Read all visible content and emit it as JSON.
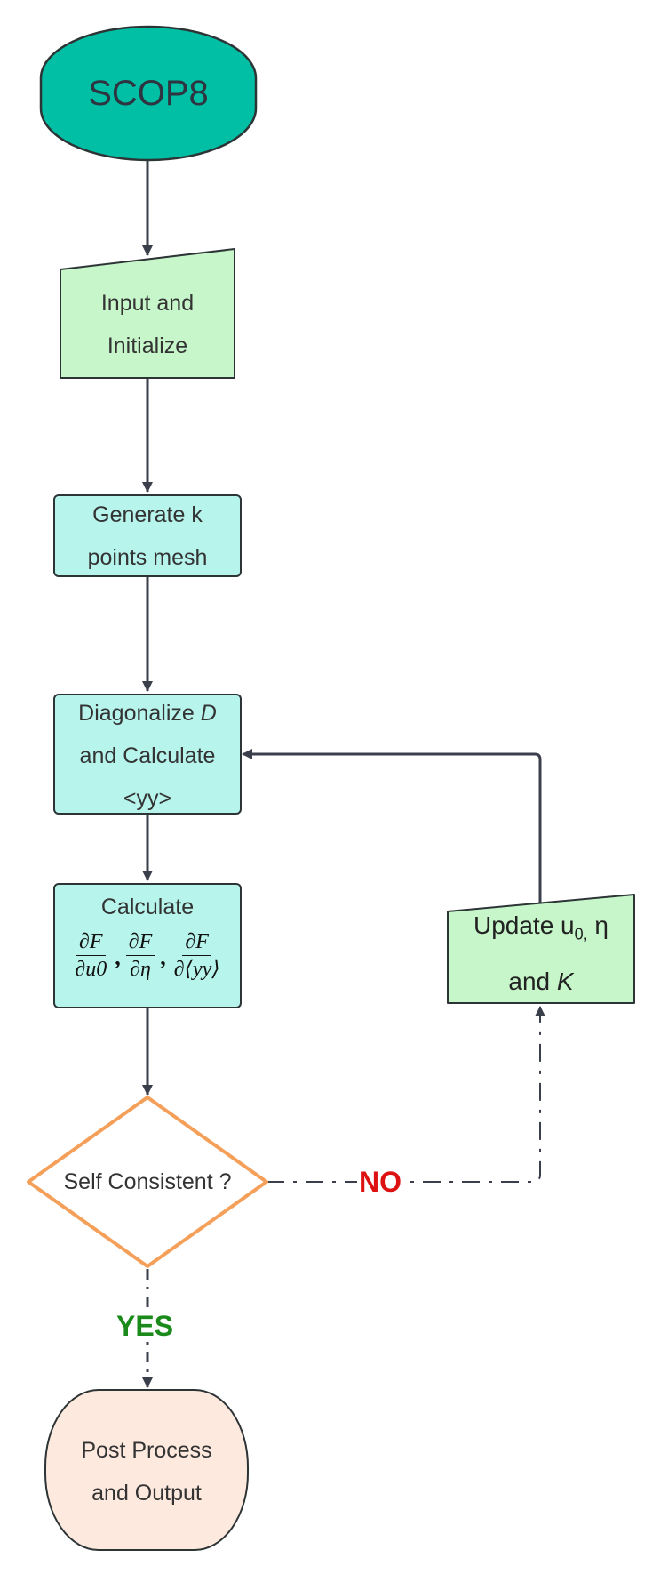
{
  "nodes": {
    "start": {
      "label": "SCOP8",
      "fill": "#00bfa5"
    },
    "input": {
      "line1": "Input and",
      "line2": "Initialize",
      "fill": "#c6f6c9"
    },
    "kmesh": {
      "line1": "Generate k",
      "line2": "points mesh",
      "fill": "#b6f4ec"
    },
    "diag": {
      "line1_pre": "Diagonalize",
      "line1_var": "D",
      "line2": "and Calculate",
      "line3": "<yy>",
      "fill": "#b6f4ec"
    },
    "calc": {
      "title": "Calculate",
      "fill": "#b6f4ec",
      "terms": [
        {
          "num": "∂F",
          "den": "∂u0"
        },
        {
          "num": "∂F",
          "den": "∂η"
        },
        {
          "num": "∂F",
          "den": "∂⟨yy⟩"
        }
      ],
      "comma": ","
    },
    "update": {
      "prefix": "Update u",
      "sub": "0,",
      "eta": " η",
      "line2_pre": "and",
      "line2_var": "K",
      "fill": "#c6f6c9"
    },
    "check": {
      "label": "Self Consistent ?",
      "stroke": "#f5a05a"
    },
    "end": {
      "line1": "Post Process",
      "line2": "and Output",
      "fill": "#fde9de"
    }
  },
  "edges": {
    "no_label": "NO",
    "yes_label": "YES",
    "no_color": "#dd1111",
    "yes_color": "#1a8a1a",
    "line_color": "#3a3f4b"
  }
}
